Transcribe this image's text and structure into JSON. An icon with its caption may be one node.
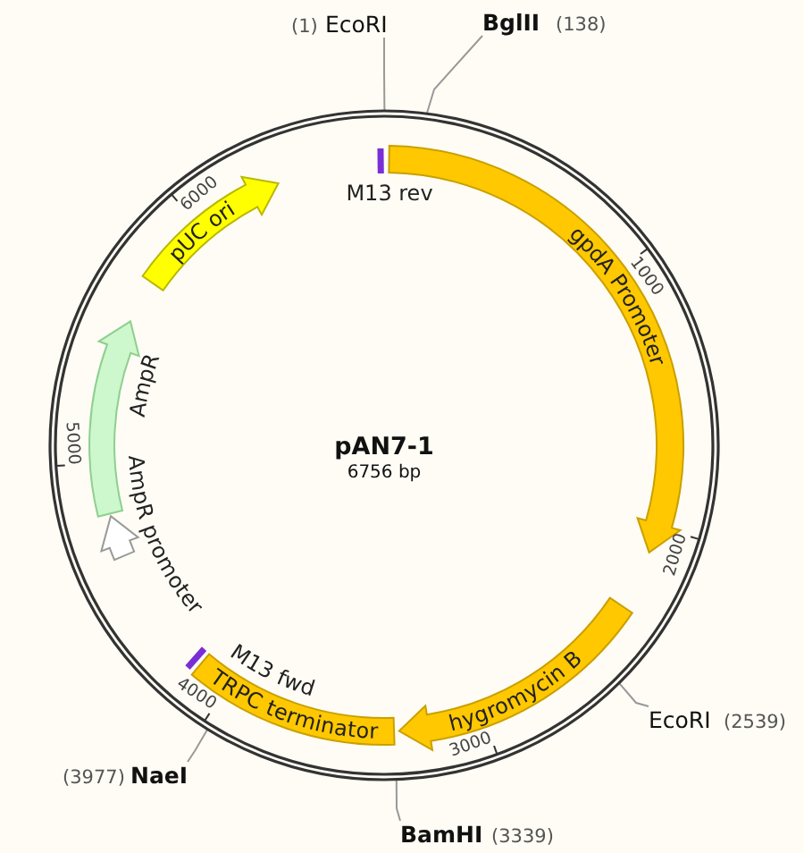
{
  "diagram": {
    "nodes": [
      {
        "text": [
          "gpdA Promoter"
        ]
      },
      {
        "text": [
          "hygromycin B"
        ]
      },
      {
        "text": [
          "TRPC terminator"
        ]
      },
      {
        "text": [
          "pUC ori"
        ]
      },
      {
        "text": [
          "AmpR"
        ]
      },
      {
        "text": [
          "AmpR promoter"
        ]
      },
      {
        "text": [
          "M13 rev"
        ]
      },
      {
        "text": [
          "M13 fwd"
        ]
      },
      {
        "text": [
          "EcoRI"
        ],
        "beside": [
          "(1)"
        ]
      },
      {
        "text": [
          "BglII"
        ],
        "beside": [
          "(138)"
        ]
      },
      {
        "text": [
          "EcoRI"
        ],
        "beside": [
          "(2539)"
        ]
      },
      {
        "text": [
          "BamHI"
        ],
        "beside": [
          "(3339)"
        ]
      },
      {
        "text": [
          "NaeI"
        ],
        "beside": [
          "(3977)"
        ]
      }
    ],
    "edges": [
      {
        "from": 8,
        "to": null,
        "arrow": "none"
      },
      {
        "from": 9,
        "to": null,
        "arrow": "none"
      },
      {
        "from": 10,
        "to": null,
        "arrow": "none"
      },
      {
        "from": 11,
        "to": null,
        "arrow": "none"
      },
      {
        "from": 12,
        "to": null,
        "arrow": "none"
      }
    ],
    "labels": [
      "pAN7-1",
      "6756 bp",
      "1000",
      "2000",
      "3000",
      "4000",
      "5000",
      "6000"
    ]
  }
}
